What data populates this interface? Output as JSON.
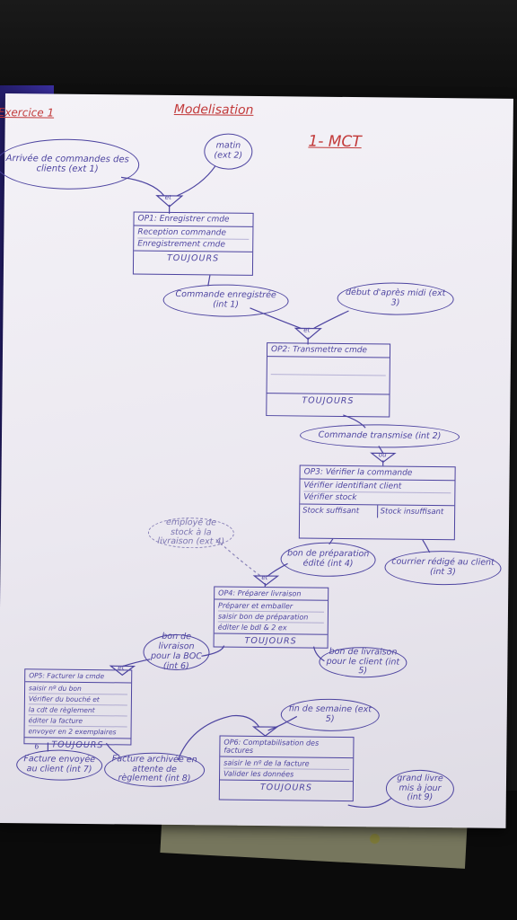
{
  "page": {
    "exercise_label": "Exercice 1",
    "title": "Modelisation",
    "section": "1- MCT"
  },
  "events": {
    "e1": "Arrivée de commandes des clients (ext 1)",
    "e2": "matin (ext 2)",
    "e3": "Commande enregistrée (int 1)",
    "e4": "début d'après midi (ext 3)",
    "e5": "Commande transmise (int 2)",
    "e6": "bon de préparation édité (int 4)",
    "e7": "courrier rédigé au client (int 3)",
    "e8": "employé de stock à la livraison (ext 4)",
    "e9": "bon de livraison pour la BOC (int 6)",
    "e10": "bon de livraison pour le client (int 5)",
    "e11": "fin de semaine (ext 5)",
    "e12": "Facture envoyée au client (int 7)",
    "e13": "Facture archivée en attente de règlement (int 8)",
    "e14": "grand livre mis à jour (int 9)"
  },
  "ops": {
    "op1": {
      "title": "OP1: Enregistrer cmde",
      "actions": [
        "Reception commande",
        "Enregistrement cmde"
      ],
      "rule": "TOUJOURS"
    },
    "op2": {
      "title": "OP2: Transmettre cmde",
      "actions": [
        "",
        ""
      ],
      "rule": "TOUJOURS"
    },
    "op3": {
      "title": "OP3: Vérifier la commande",
      "actions": [
        "Vérifier identifiant client",
        "Vérifier stock"
      ],
      "rule_ok": "Stock suffisant",
      "rule_ko": "Stock insuffisant"
    },
    "op4": {
      "title": "OP4: Préparer livraison",
      "actions": [
        "Préparer et emballer",
        "saisir bon de préparation",
        "éditer le bdl & 2 ex"
      ],
      "rule": "TOUJOURS"
    },
    "op5": {
      "title": "OP5: Facturer la cmde",
      "actions": [
        "saisir nº du bon",
        "Vérifier du bouché et",
        "la cdt de règlement",
        "éditer la facture",
        "envoyer en 2 exemplaires"
      ],
      "rule": "TOUJOURS"
    },
    "op6": {
      "title": "OP6: Comptabilisation des factures",
      "actions": [
        "saisir le nº de la facture",
        "Valider les données"
      ],
      "rule": "TOUJOURS"
    }
  },
  "markers": {
    "sync1": "et",
    "sync2": "et",
    "sync3": "ou",
    "sync4": "et",
    "sync5": "et",
    "op5_label": "6"
  }
}
